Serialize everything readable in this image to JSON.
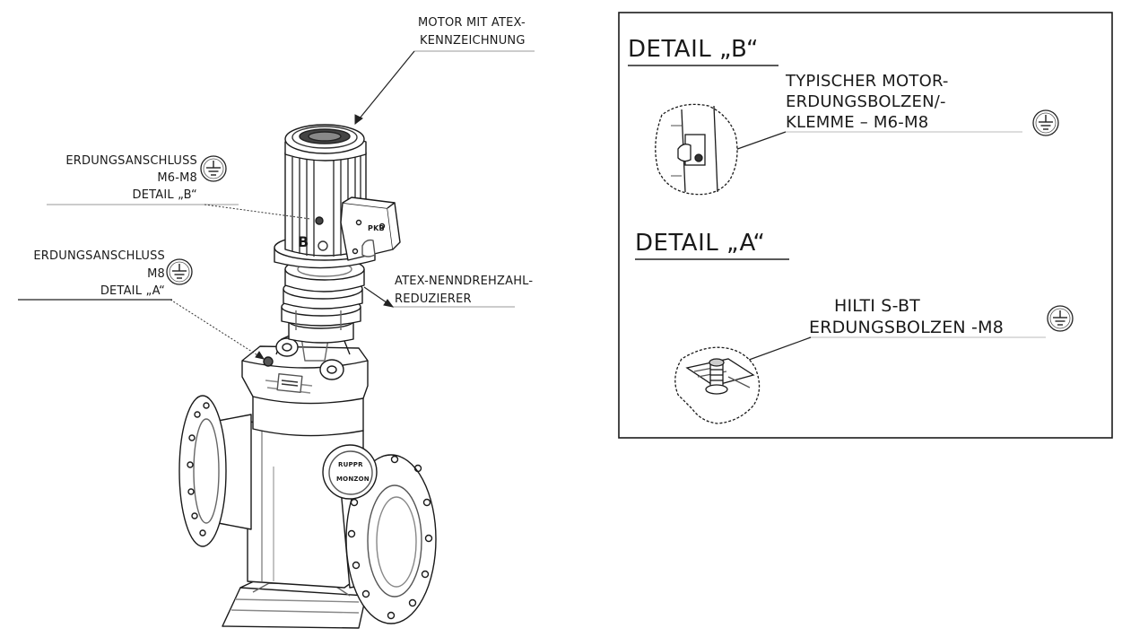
{
  "left_labels": {
    "motor": [
      "MOTOR MIT ATEX-",
      "KENNZEICHNUNG"
    ],
    "ground_b": [
      "ERDUNGSANSCHLUSS",
      "M6-M8",
      "DETAIL „B“"
    ],
    "ground_a": [
      "ERDUNGSANSCHLUSS",
      "M8",
      "DETAIL „A“"
    ],
    "reducer": [
      "ATEX-NENNDREHZAHL-",
      "REDUZIERER"
    ],
    "marker_b": "B",
    "nameplate_top": "RUPPR",
    "nameplate_bottom": "MONZON",
    "box_tag": "PKB"
  },
  "detail_b": {
    "title": "DETAIL „B“",
    "caption": [
      "TYPISCHER MOTOR-",
      "ERDUNGSBOLZEN/-",
      "KLEMME – M6-M8"
    ]
  },
  "detail_a": {
    "title": "DETAIL „A“",
    "caption": [
      "HILTI S-BT",
      "ERDUNGSBOLZEN -M8"
    ]
  },
  "icons": [
    "ground-symbol-icon"
  ]
}
